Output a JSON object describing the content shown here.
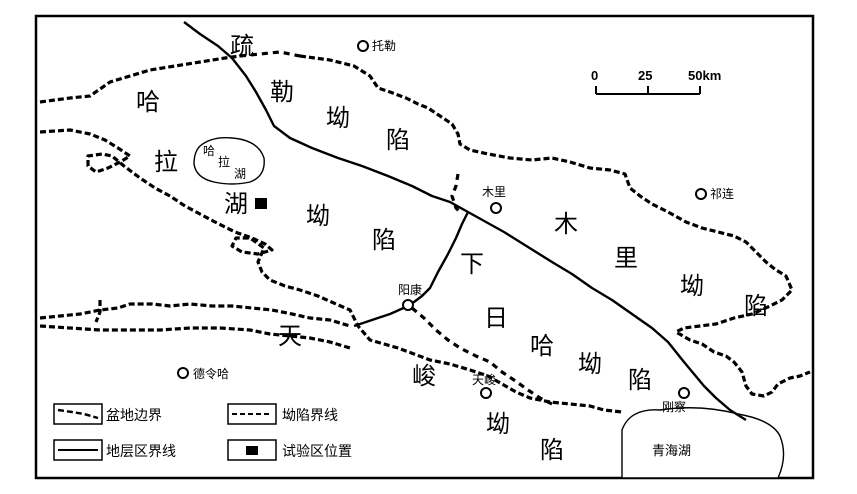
{
  "map": {
    "regions": {
      "shu": "疏",
      "le": "勒",
      "ao1": "坳",
      "xian1": "陷",
      "ha": "哈",
      "la": "拉",
      "hu": "湖",
      "ao2": "坳",
      "xian2": "陷",
      "mu": "木",
      "li": "里",
      "ao3": "坳",
      "xian3": "陷",
      "xia": "下",
      "ri": "日",
      "ha2": "哈",
      "ao4": "坳",
      "xian4": "陷",
      "tian": "天",
      "jun": "峻",
      "ao5": "坳",
      "xian5": "陷"
    },
    "lakes": {
      "halahu": [
        "哈",
        "拉",
        "湖"
      ],
      "qinghai": "青海湖"
    },
    "towns": {
      "tuole": "托勒",
      "muli": "木里",
      "qilian": "祁连",
      "yangkang": "阳康",
      "delingha": "德令哈",
      "tianjun": "天峻",
      "gangcha": "刚察"
    },
    "scale_bar": {
      "ticks": [
        "0",
        "25",
        "50km"
      ]
    }
  },
  "legend": {
    "basin_boundary": "盆地边界",
    "depression_boundary": "坳陷界线",
    "stratum_boundary": "地层区界线",
    "test_area": "试验区位置"
  },
  "colors": {
    "ink": "#000000",
    "paper": "#ffffff"
  }
}
